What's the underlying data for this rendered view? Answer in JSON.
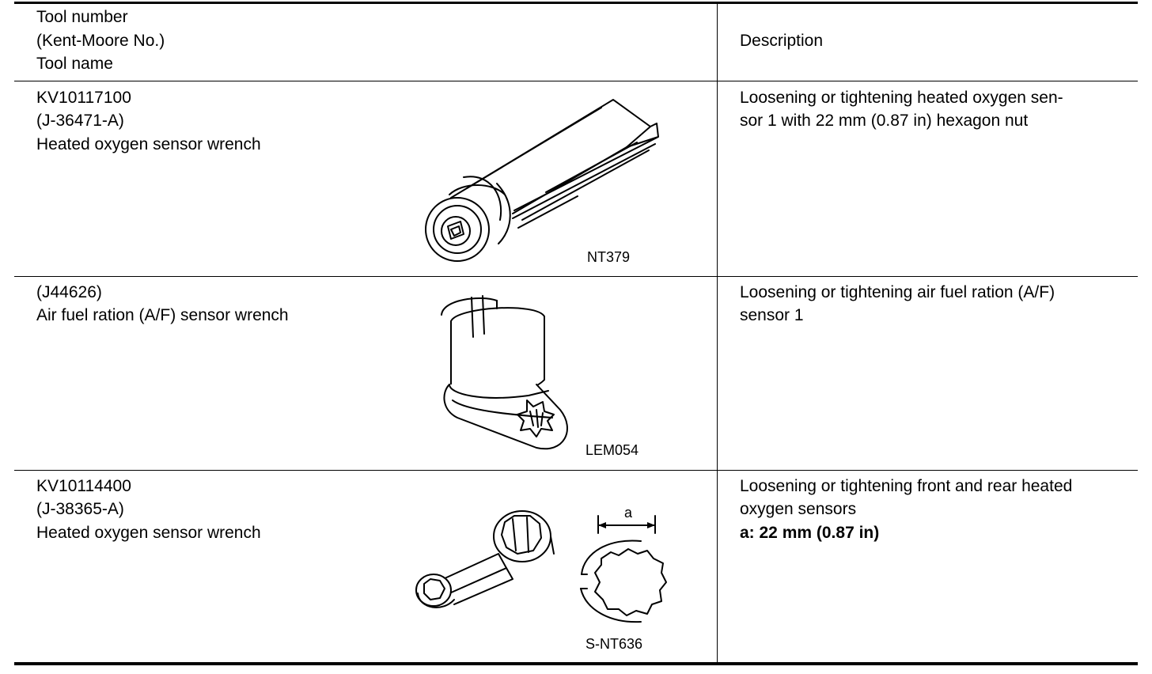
{
  "header": {
    "tool_col": [
      "Tool number",
      "(Kent-Moore No.)",
      "Tool name"
    ],
    "desc_col": "Description"
  },
  "rows": [
    {
      "tool_number": "KV10117100",
      "kent_moore": "(J-36471-A)",
      "tool_name": "Heated oxygen sensor wrench",
      "figure_code": "NT379",
      "figure_icon": "socket-wrench-illustration",
      "description": [
        "Loosening or tightening heated oxygen sen-",
        "sor 1 with 22 mm (0.87 in) hexagon nut"
      ]
    },
    {
      "kent_moore": "(J44626)",
      "tool_name": "Air fuel ration (A/F)  sensor wrench",
      "figure_code": "LEM054",
      "figure_icon": "af-sensor-wrench-illustration",
      "description": [
        "Loosening or tightening air fuel ration (A/F)",
        "sensor 1"
      ]
    },
    {
      "tool_number": "KV10114400",
      "kent_moore": "(J-38365-A)",
      "tool_name": "Heated oxygen sensor wrench",
      "figure_code": "S-NT636",
      "figure_icon": "flare-nut-wrench-illustration",
      "figure_dimension_label": "a",
      "description": [
        "Loosening or tightening front and rear heated",
        "oxygen sensors"
      ],
      "spec": "a: 22 mm (0.87 in)"
    }
  ]
}
